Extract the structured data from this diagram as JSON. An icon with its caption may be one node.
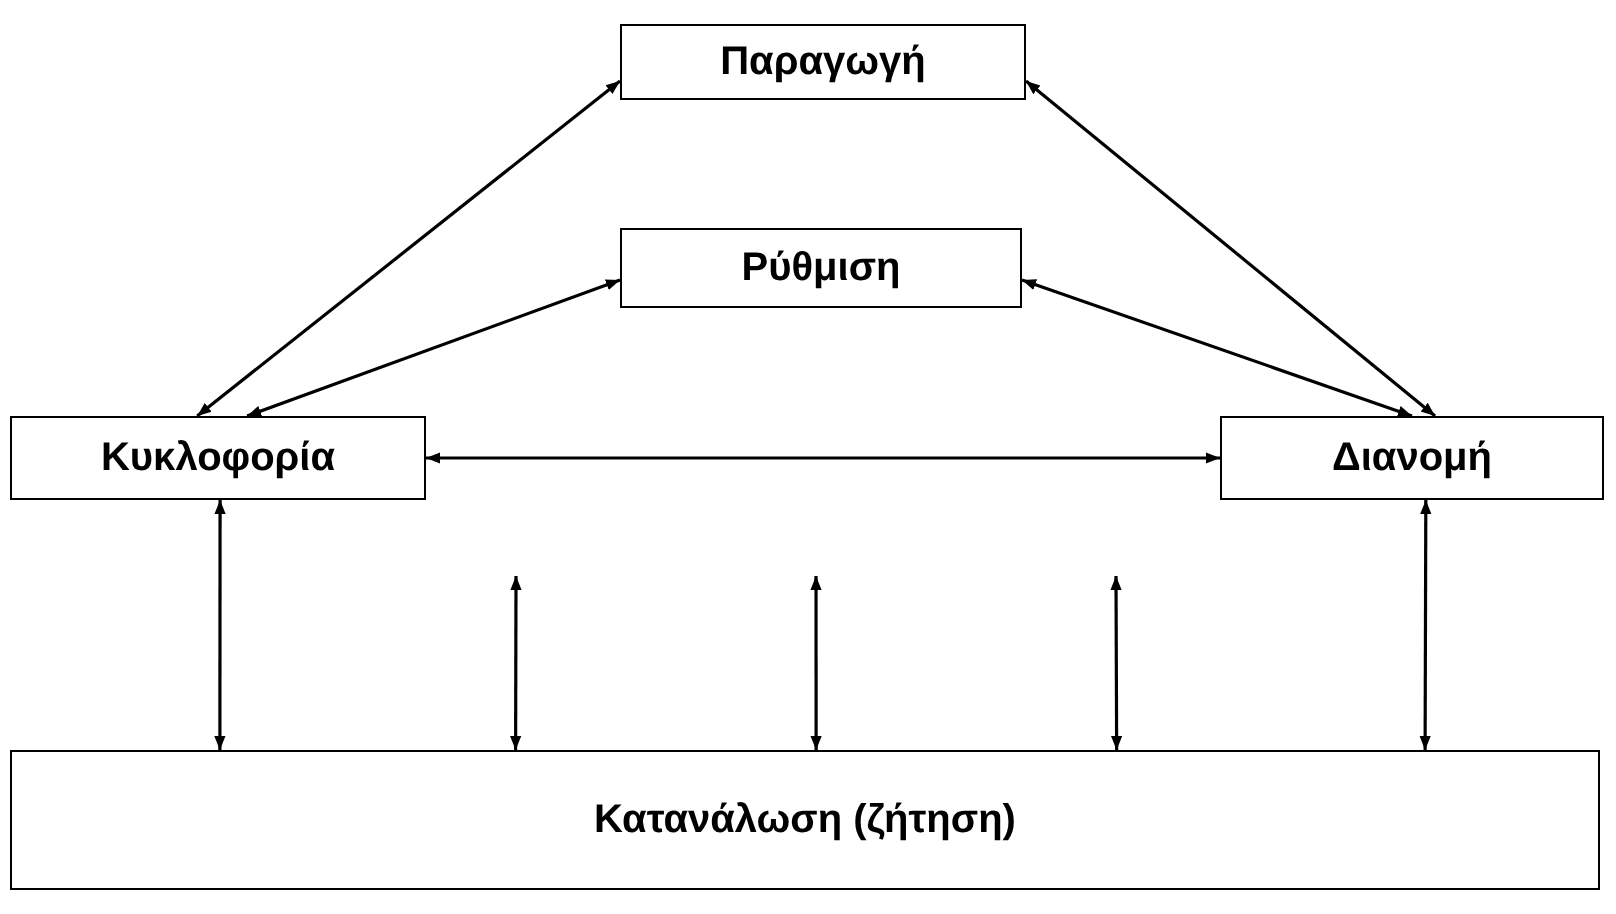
{
  "diagram": {
    "nodes": [
      {
        "text": [
          "Παραγωγή"
        ]
      },
      {
        "text": [
          "Ρύθμιση"
        ]
      },
      {
        "text": [
          "Κυκλοφορία"
        ]
      },
      {
        "text": [
          "Διανομή"
        ]
      },
      {
        "text": [
          "Κατανάλωση (ζήτηση)"
        ]
      }
    ],
    "edges": [
      {
        "from": 0,
        "to": 2,
        "arrow": "both"
      },
      {
        "from": 0,
        "to": 3,
        "arrow": "both"
      },
      {
        "from": 1,
        "to": 2,
        "arrow": "both"
      },
      {
        "from": 1,
        "to": 3,
        "arrow": "both"
      },
      {
        "from": 2,
        "to": 3,
        "arrow": "both"
      },
      {
        "from": 2,
        "to": 4,
        "arrow": "both"
      },
      {
        "from": null,
        "to": 4,
        "arrow": "both"
      },
      {
        "from": null,
        "to": 4,
        "arrow": "both"
      },
      {
        "from": null,
        "to": 4,
        "arrow": "both"
      },
      {
        "from": 3,
        "to": 4,
        "arrow": "both"
      }
    ]
  }
}
